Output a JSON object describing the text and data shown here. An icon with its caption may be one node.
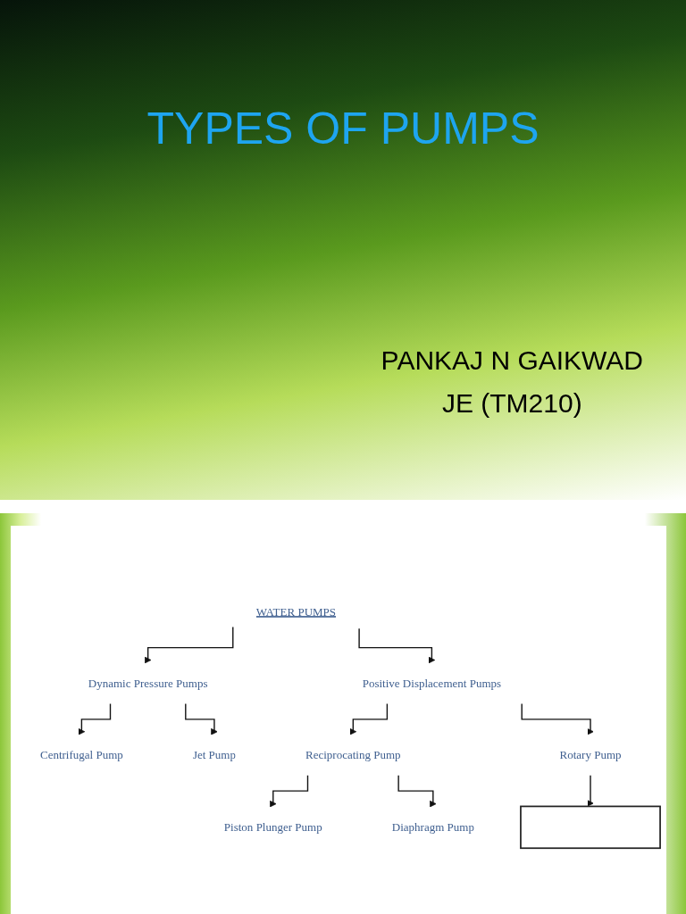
{
  "diagram": {
    "title": "TYPES OF PUMPS",
    "nodes": [
      {
        "text": [
          "WATER PUMPS"
        ]
      },
      {
        "text": [
          "Dynamic Pressure Pumps"
        ]
      },
      {
        "text": [
          "Positive Displacement Pumps"
        ]
      },
      {
        "text": [
          "Centrifugal Pump"
        ]
      },
      {
        "text": [
          "Jet Pump"
        ]
      },
      {
        "text": [
          "Reciprocating Pump"
        ]
      },
      {
        "text": [
          "Rotary Pump"
        ]
      },
      {
        "text": [
          "Piston Plunger Pump"
        ]
      },
      {
        "text": [
          "Diaphragm Pump"
        ]
      },
      {
        "text": [],
        "shape": "box"
      }
    ],
    "edges": [
      {
        "from": 0,
        "to": 1,
        "arrow": "to"
      },
      {
        "from": 0,
        "to": 2,
        "arrow": "to"
      },
      {
        "from": 1,
        "to": 3,
        "arrow": "to"
      },
      {
        "from": 1,
        "to": 4,
        "arrow": "to"
      },
      {
        "from": 2,
        "to": 5,
        "arrow": "to"
      },
      {
        "from": 2,
        "to": 6,
        "arrow": "to"
      },
      {
        "from": 5,
        "to": 7,
        "arrow": "to"
      },
      {
        "from": 5,
        "to": 8,
        "arrow": "to"
      },
      {
        "from": 6,
        "to": 9,
        "arrow": "to"
      }
    ],
    "labels": [
      "PANKAJ N GAIKWAD",
      "JE (TM210)"
    ]
  }
}
